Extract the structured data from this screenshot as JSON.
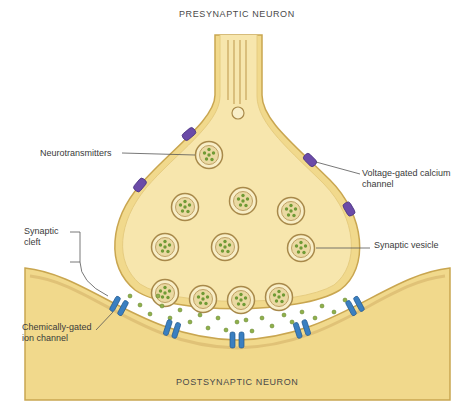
{
  "diagram": {
    "labels": [
      "PRESYNAPTIC NEURON",
      "Neurotransmitters",
      "Voltage-gated calcium channel",
      "Synaptic cleft",
      "Synaptic vesicle",
      "Chemically-gated ion channel",
      "POSTSYNAPTIC NEURON"
    ]
  }
}
